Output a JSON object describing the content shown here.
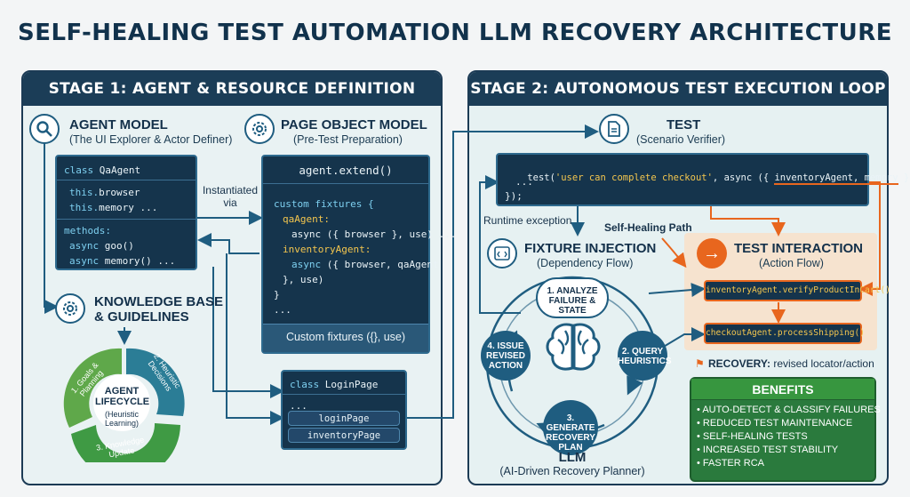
{
  "title": "SELF-HEALING TEST AUTOMATION LLM RECOVERY ARCHITECTURE",
  "stage1": {
    "header": "STAGE 1: AGENT & RESOURCE DEFINITION",
    "agent_model": {
      "title": "AGENT MODEL",
      "subtitle": "(The UI Explorer & Actor Definer)"
    },
    "page_object_model": {
      "title": "PAGE OBJECT MODEL",
      "subtitle": "(Pre-Test Preparation)"
    },
    "qa_agent_code": {
      "class_kw": "class",
      "class_name": "QaAgent",
      "line1a": "this.",
      "line1b": "browser",
      "line2a": "this.",
      "line2b": "memory ...",
      "methods": "methods:",
      "m1a": "async",
      "m1b": " goo()",
      "m2a": "async",
      "m2b": " memory() ..."
    },
    "instantiated_via": "Instantiated\nvia",
    "extend_code": {
      "head": "agent.extend()",
      "l1": "custom fixtures {",
      "l2": "qaAgent:",
      "l3": "async ({ browser }, use) ...",
      "l4": "inventoryAgent:",
      "l5a": "async",
      "l5b": " ({ browser, qaAgent",
      "l6": "}, use)",
      "l7": "}",
      "l8": "...",
      "footer": "Custom fixtures ({}, use)"
    },
    "knowledge_base": {
      "title": "KNOWLEDGE BASE\n& GUIDELINES"
    },
    "lifecycle": {
      "center_title": "AGENT\nLIFECYCLE",
      "center_sub": "(Heuristic\nLearning)",
      "seg1": "1. Goals &\nPlanning",
      "seg2": "2. Heuristic\nDecisions",
      "seg3": "3. Knowledge\nUpdate"
    },
    "login_page_code": {
      "class_kw": "class",
      "class_name": " LoginPage",
      "dots": "...",
      "pill1": "loginPage",
      "pill2": "inventoryPage"
    }
  },
  "stage2": {
    "header": "STAGE 2: AUTONOMOUS TEST EXECUTION LOOP",
    "test": {
      "title": "TEST",
      "subtitle": "(Scenario Verifier)"
    },
    "test_code": {
      "l1a": "test(",
      "l1b": "'user can complete checkout'",
      "l1c": ", async ({ ",
      "l1d": "inventoryAgent, memory",
      "l1e": " }) => {",
      "l2": "...",
      "l3": "});"
    },
    "runtime_exception": "Runtime exception",
    "self_healing_path": "Self-Healing Path",
    "fixture_injection": {
      "title": "FIXTURE INJECTION",
      "subtitle": "(Dependency Flow)"
    },
    "test_interaction": {
      "title": "TEST INTERACTION",
      "subtitle": "(Action Flow)"
    },
    "action1": "inventoryAgent.verifyProductInCart()",
    "action2": "checkoutAgent.processShipping()",
    "recovery_label": "RECOVERY:",
    "recovery_text": " revised locator/action",
    "loop_steps": {
      "s1": "1. ANALYZE\nFAILURE & STATE",
      "s2": "2. QUERY\nHEURISTICS",
      "s3": "3. GENERATE\nRECOVERY\nPLAN",
      "s4": "4. ISSUE\nREVISED\nACTION"
    },
    "llm": {
      "title": "LLM",
      "subtitle": "(AI-Driven Recovery Planner)"
    },
    "benefits": {
      "title": "BENEFITS",
      "items": [
        "AUTO-DETECT & CLASSIFY FAILURES",
        "REDUCED TEST MAINTENANCE",
        "SELF-HEALING TESTS",
        "INCREASED TEST STABILITY",
        "FASTER RCA"
      ]
    }
  },
  "colors": {
    "navy": "#1b3d57",
    "green": "#2a7a3d",
    "orange": "#e8661e",
    "teal": "#1f5d80"
  }
}
